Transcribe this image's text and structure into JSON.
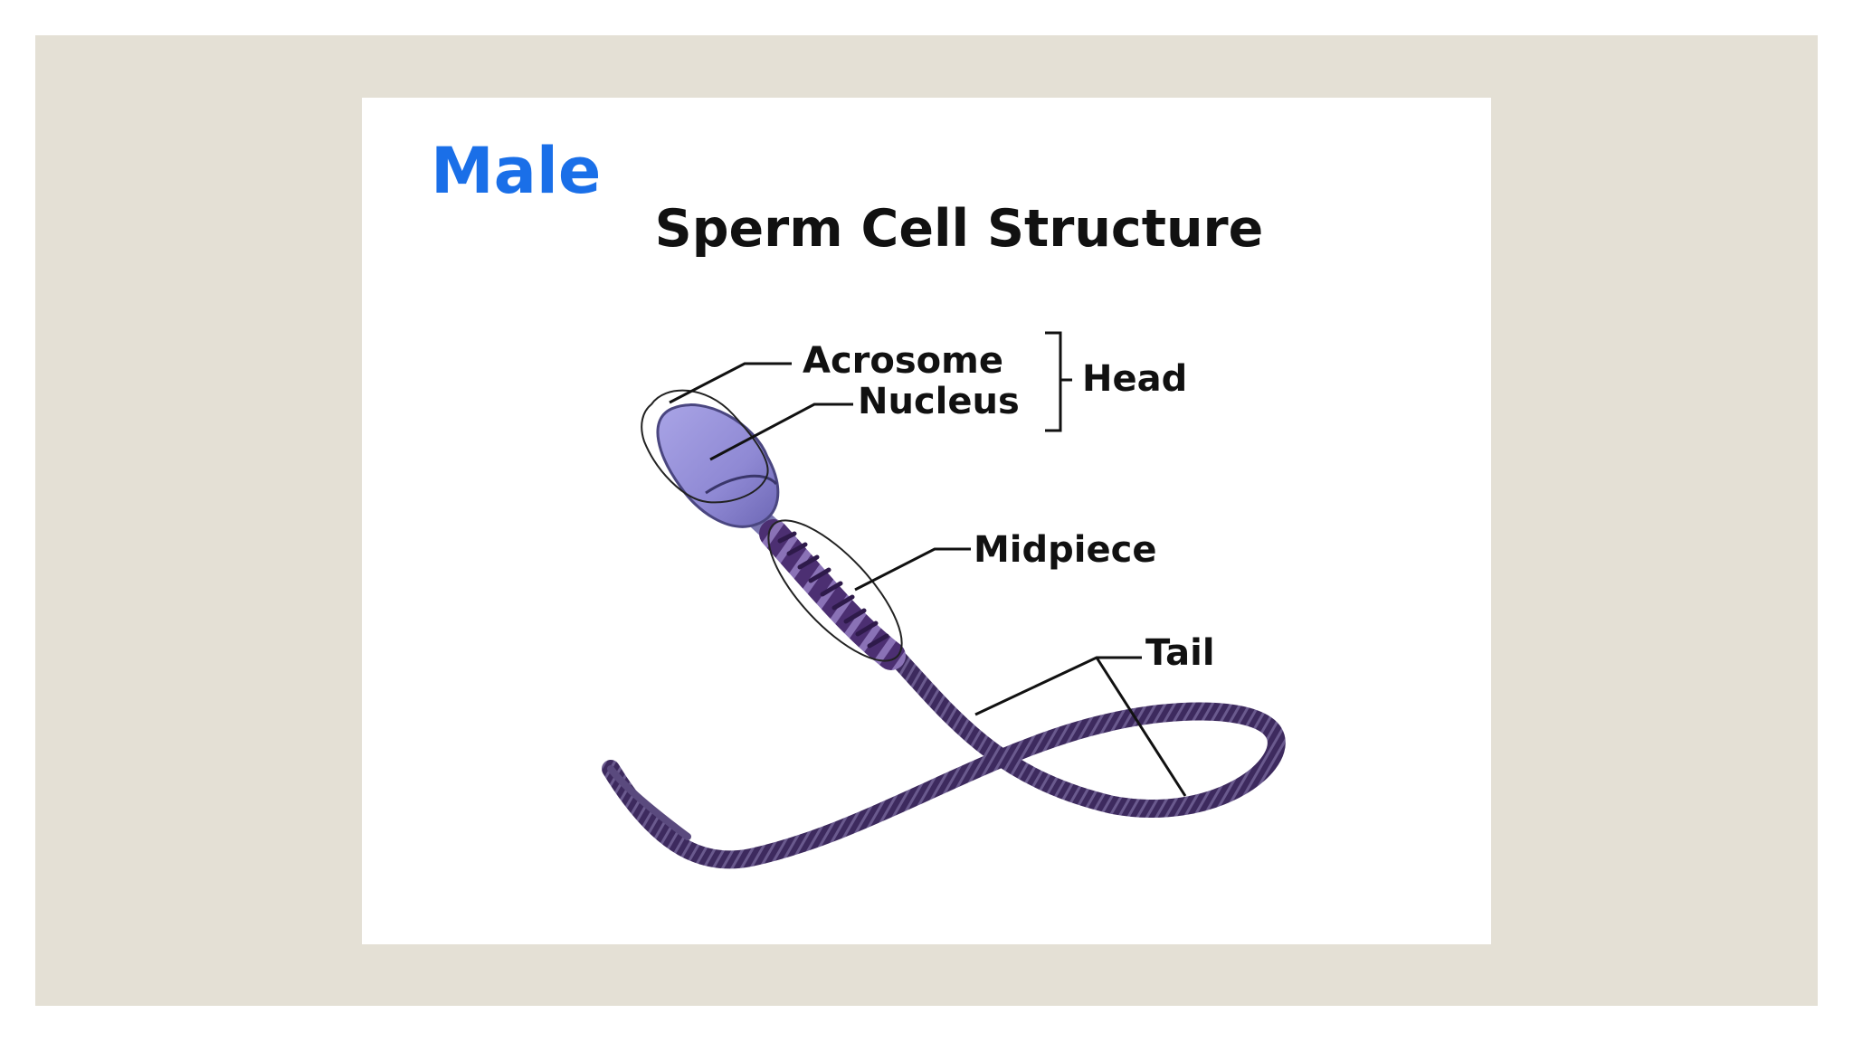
{
  "slide": {
    "title": "Male",
    "title_color": "#1a6fe8",
    "background_color": "#e4e0d5"
  },
  "diagram": {
    "title": "Sperm Cell Structure",
    "labels": {
      "acrosome": "Acrosome",
      "nucleus": "Nucleus",
      "head": "Head",
      "midpiece": "Midpiece",
      "tail": "Tail"
    },
    "cell_color": "#9a95d8",
    "tail_color": "#3d2a5e"
  }
}
